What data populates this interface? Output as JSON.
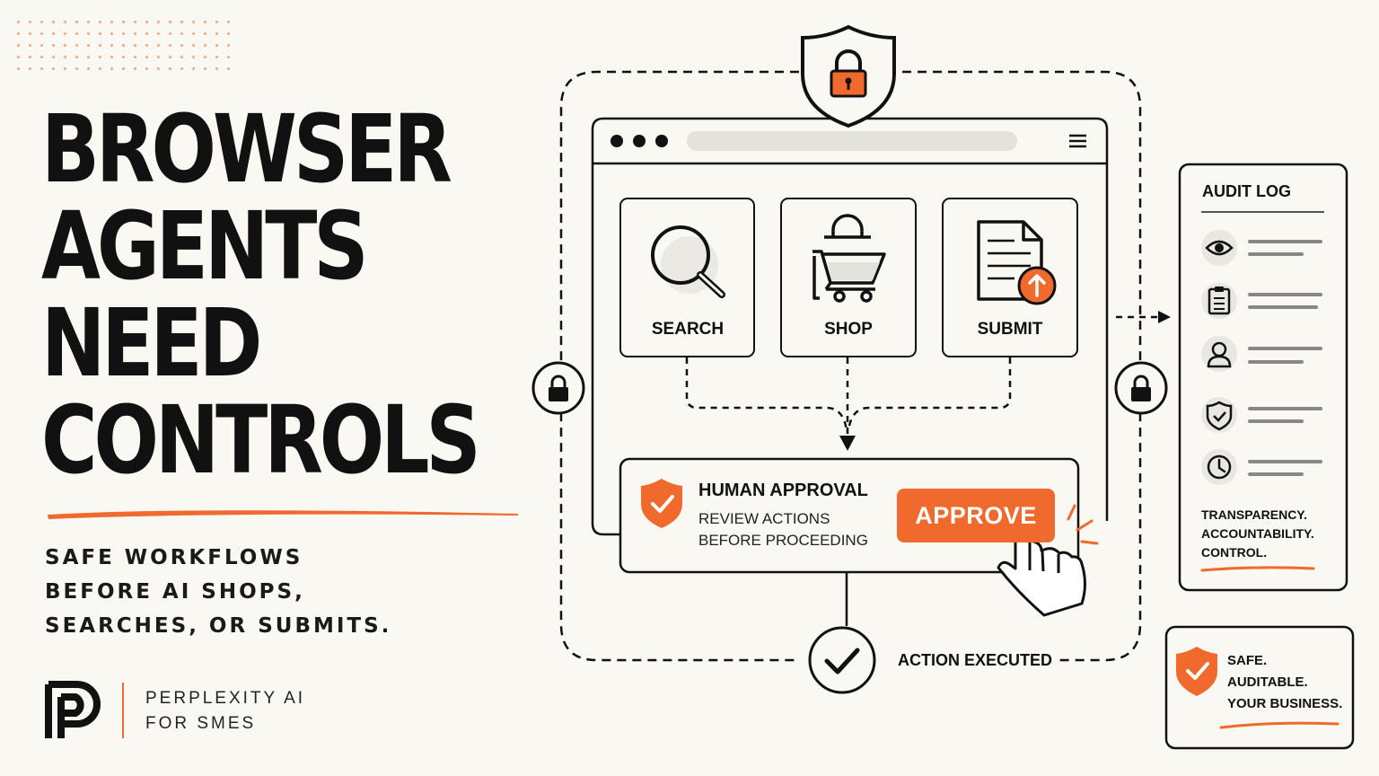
{
  "headline": [
    "BROWSER",
    "AGENTS",
    "NEED",
    "CONTROLS"
  ],
  "subtitle": [
    "SAFE WORKFLOWS",
    "BEFORE AI SHOPS,",
    "SEARCHES, OR SUBMITS."
  ],
  "brand": {
    "line1": "PERPLEXITY AI",
    "line2": "FOR SMES"
  },
  "browser": {
    "cards": [
      {
        "label": "SEARCH",
        "icon": "search-icon"
      },
      {
        "label": "SHOP",
        "icon": "shopping-cart-icon"
      },
      {
        "label": "SUBMIT",
        "icon": "document-upload-icon"
      }
    ]
  },
  "approval": {
    "title": "HUMAN APPROVAL",
    "line1": "REVIEW ACTIONS",
    "line2": "BEFORE PROCEEDING",
    "button": "APPROVE"
  },
  "executed": "ACTION EXECUTED",
  "audit": {
    "title": "AUDIT LOG",
    "icons": [
      "eye-icon",
      "clipboard-icon",
      "user-icon",
      "shield-check-icon",
      "clock-icon"
    ],
    "tags": [
      "TRANSPARENCY.",
      "ACCOUNTABILITY.",
      "CONTROL."
    ]
  },
  "badge": {
    "lines": [
      "SAFE.",
      "AUDITABLE.",
      "YOUR BUSINESS."
    ]
  },
  "colors": {
    "accent": "#ef6a2c",
    "ink": "#111111",
    "background": "#faf8f3"
  }
}
